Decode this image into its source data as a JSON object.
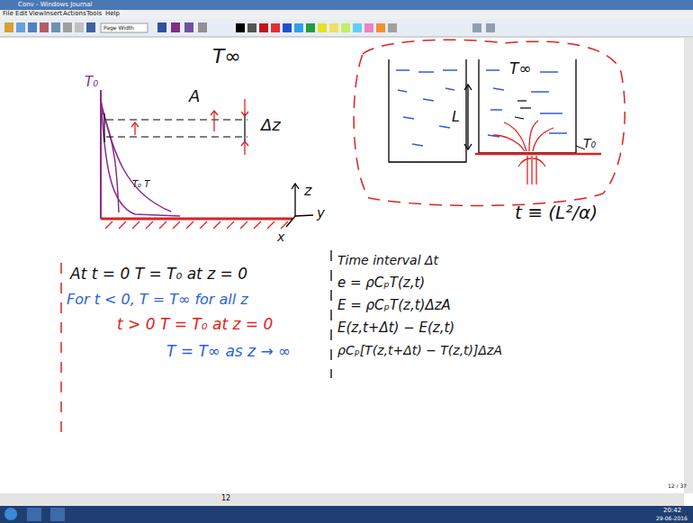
{
  "diagram": {
    "title": "Conv - Windows Journal",
    "labels": [
      "File",
      "Edit",
      "View",
      "Insert",
      "Actions",
      "Tools",
      "Help",
      "Page Width",
      "T∞",
      "T₀",
      "A",
      "Δz",
      "z",
      "y",
      "x",
      "T₀ T",
      "L",
      "T∞",
      "T₀",
      "t ≡ (L²/α)",
      "At t = 0  T = T₀ at z = 0",
      "For t < 0, T = T∞ for all z",
      "t > 0  T = T₀ at z = 0",
      "T = T∞ as z → ∞",
      "Time interval Δt",
      "e = ρCₚT(z,t)",
      "E = ρCₚT(z,t)ΔzA",
      "E(z,t+Δt) − E(z,t)",
      "ρCₚ[T(z,t+Δt) − T(z,t)]ΔzA",
      "12",
      "12 / 37",
      "20:42",
      "29-06-2016"
    ]
  }
}
